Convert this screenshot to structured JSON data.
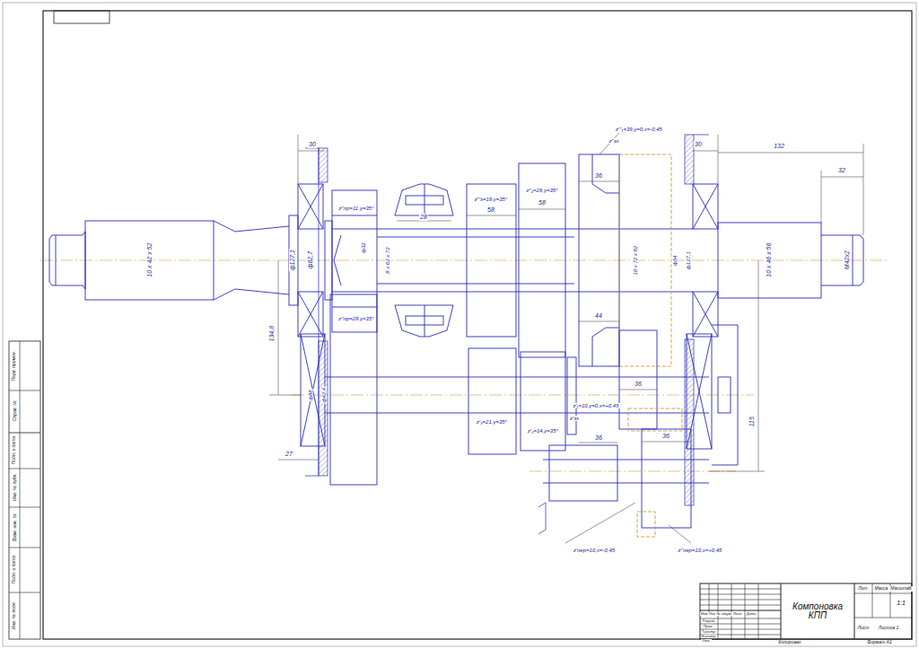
{
  "diagram": {
    "labels": [
      "30",
      "30",
      "132",
      "32",
      "10 x 42 x 52",
      "ф127,1",
      "ф62,7",
      "ф32",
      "8 x 62 x 72",
      "z''пр=11,γ=35°",
      "28",
      "z'''з=19,γ=35°",
      "58",
      "z''₂=26,γ=35°",
      "58",
      "z'''₁=39,γ=0,x=-0,45",
      "z''зх",
      "36",
      "10 x 72 x 82",
      "ф54",
      "ф127,1",
      "10 x 46 x 56",
      "M42x2",
      "44",
      "z''пр=29,γ=35°",
      "134,8",
      "ф88",
      "ф42,4",
      "z'₃=21,γ=35°",
      "z'₂=14,γ=35°",
      "z'₁=10,γ=0,x=+0,45",
      "z'зх",
      "36",
      "115",
      "36",
      "36",
      "27",
      "z'пер=10,x=-0,45",
      "z''пер=10,x=+0,45",
      "Перв. примен.",
      "Справ. №",
      "Подп. и дата",
      "Инв. № дубл.",
      "Взам. инв. №",
      "Подп. и дата",
      "Инв. № подл.",
      "Изм.",
      "Лист",
      "№ докум.",
      "Подп.",
      "Дата",
      "Разраб.",
      "Пров.",
      "Т.контр.",
      "Н.контр.",
      "Утв.",
      "Компоновка КПП",
      "Лит.",
      "Масса",
      "Масштаб",
      "1:1",
      "Лист",
      "Листов 1",
      "Копировал",
      "Формат A1"
    ]
  }
}
